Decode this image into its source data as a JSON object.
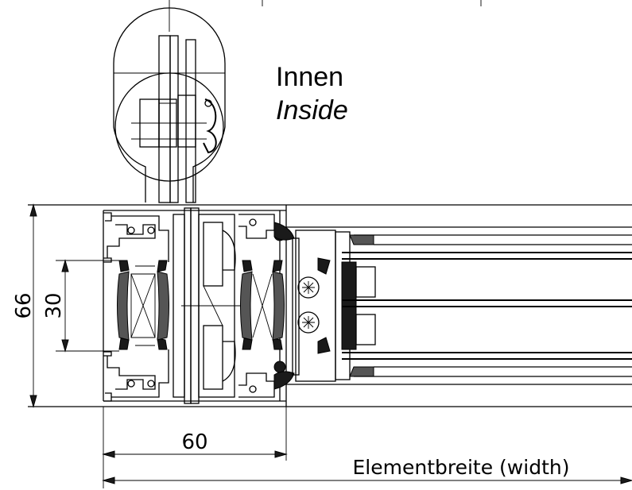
{
  "labels": {
    "inside_de": "Innen",
    "inside_en": "Inside",
    "dim_height_total": "66",
    "dim_height_inner": "30",
    "dim_profile_width": "60",
    "dim_element_width": "Elementbreite (width)"
  }
}
